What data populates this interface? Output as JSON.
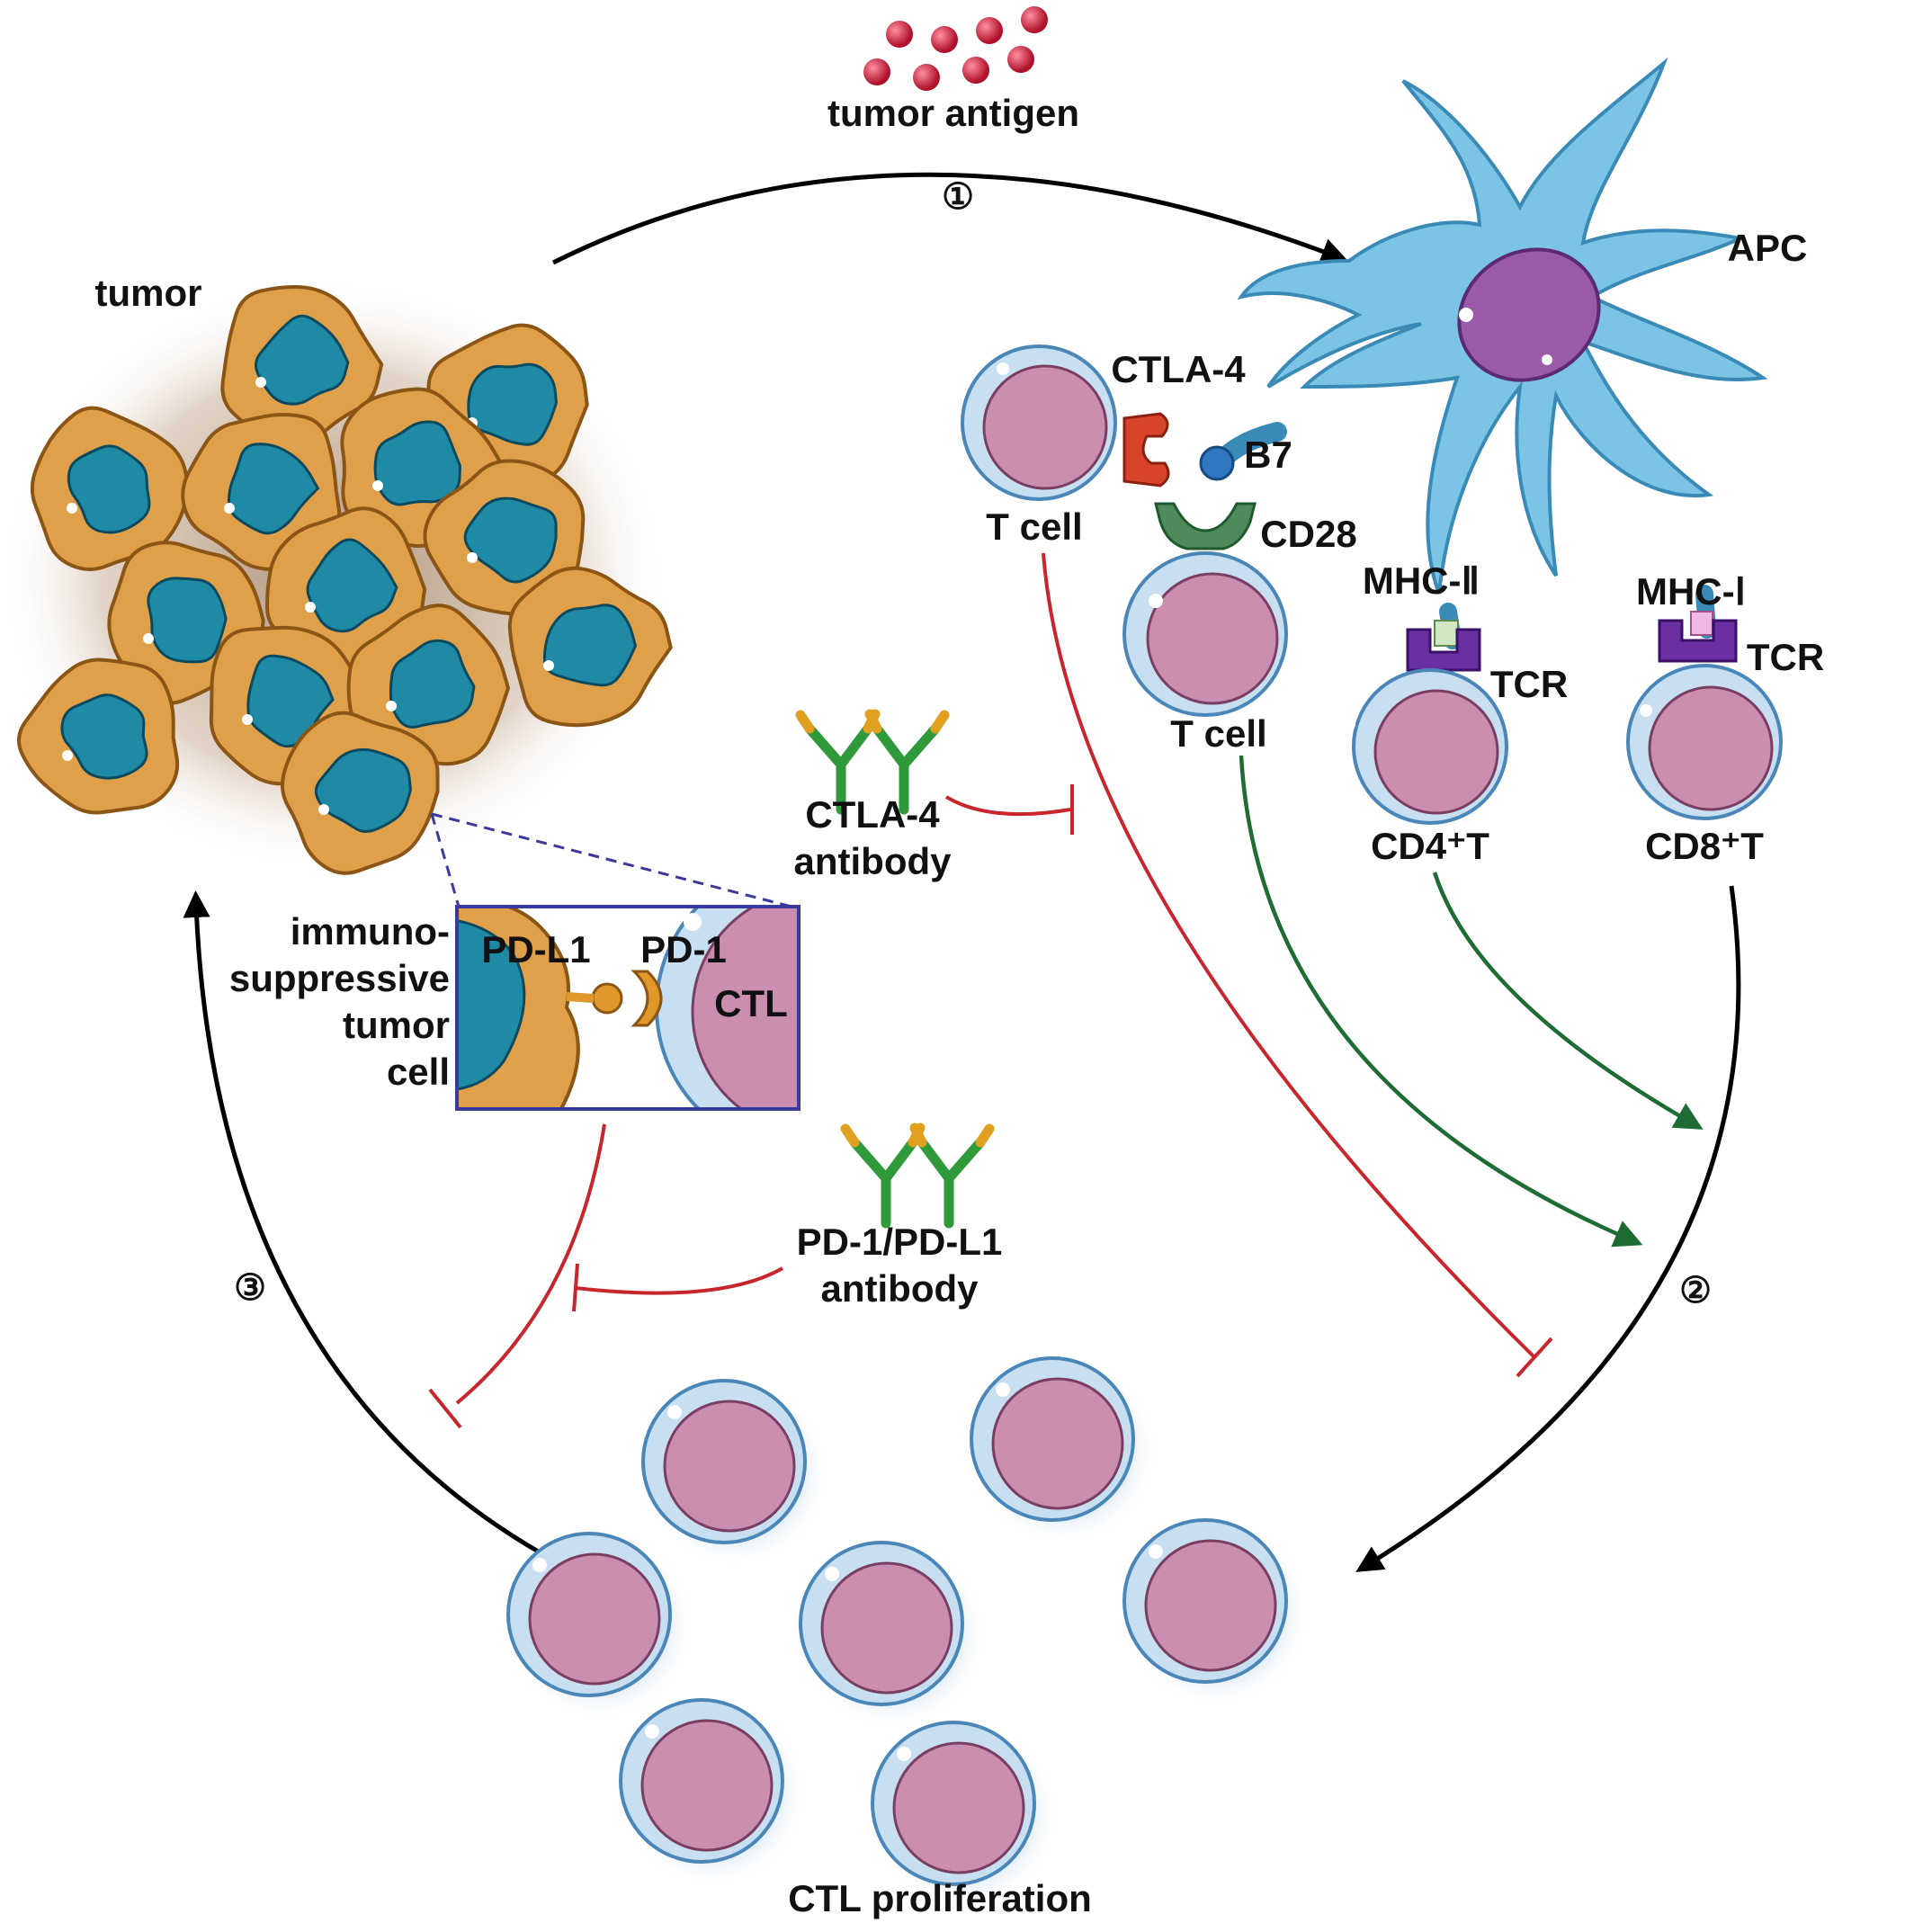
{
  "labels": {
    "tumor_antigen": "tumor antigen",
    "step1": "①",
    "step2": "②",
    "step3": "③",
    "apc": "APC",
    "tumor": "tumor",
    "ctla4": "CTLA-4",
    "b7": "B7",
    "cd28": "CD28",
    "t_cell_1": "T cell",
    "t_cell_2": "T cell",
    "mhc_ii": "MHC-Ⅱ",
    "mhc_i": "MHC-Ⅰ",
    "tcr_1": "TCR",
    "tcr_2": "TCR",
    "cd4t": "CD4⁺T",
    "cd8t": "CD8⁺T",
    "ctla4_antibody_line1": "CTLA-4",
    "ctla4_antibody_line2": "antibody",
    "immuno_line1": "immuno-",
    "immuno_line2": "suppressive",
    "immuno_line3": "tumor",
    "immuno_line4": "cell",
    "pdl1": "PD-L1",
    "pd1": "PD-1",
    "ctl": "CTL",
    "pd_antibody_line1": "PD-1/PD-L1",
    "pd_antibody_line2": "antibody",
    "ctl_proliferation": "CTL proliferation"
  },
  "colors": {
    "inhibition": "#c8262c",
    "activation": "#1e6b34",
    "flow": "#000000",
    "tumor_cell": "#e0a049",
    "tumor_nucleus": "#1e8aa5",
    "t_cell_membrane": "#c7dff0",
    "t_cell_nucleus": "#c98eb0",
    "apc_body": "#7cc4e6",
    "apc_nucleus": "#9a5aa6",
    "ctla4_receptor": "#d8442a",
    "b7_ligand": "#2f78bf",
    "cd28_receptor": "#4f8a5c",
    "tcr": "#6a2fa0",
    "inset_border": "#3a3a9a"
  }
}
